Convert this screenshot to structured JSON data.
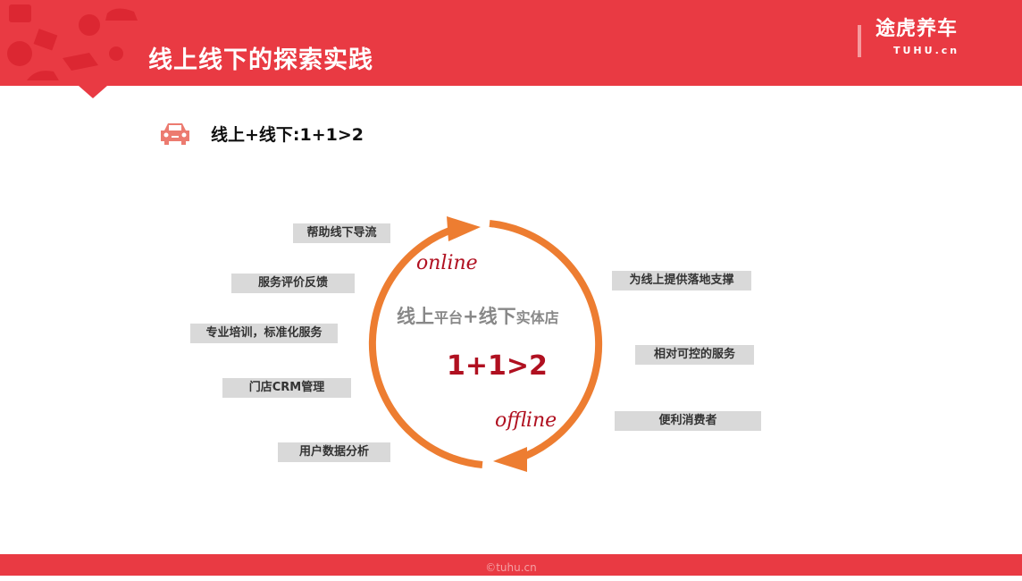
{
  "header": {
    "title": "线上线下的探索实践",
    "logo": "途虎养车",
    "logo_sub": "TUHU.cn"
  },
  "subtitle": "线上+线下:1+1>2",
  "cycle": {
    "center_main_1": "线上",
    "center_small_1": "平台",
    "center_plus": "+",
    "center_main_2": "线下",
    "center_small_2": "实体店",
    "equation": "1+1>2",
    "online": "online",
    "offline": "offline",
    "arrow_color": "#ed7d31"
  },
  "left_labels": [
    "帮助线下导流",
    "服务评价反馈",
    "专业培训，标准化服务",
    "门店CRM管理",
    "用户数据分析"
  ],
  "right_labels": [
    "为线上提供落地支撑",
    "相对可控的服务",
    "便利消费者"
  ],
  "footer": "©tuhu.cn",
  "colors": {
    "brand": "#e93a43",
    "label_bg": "#d9d9d9"
  }
}
